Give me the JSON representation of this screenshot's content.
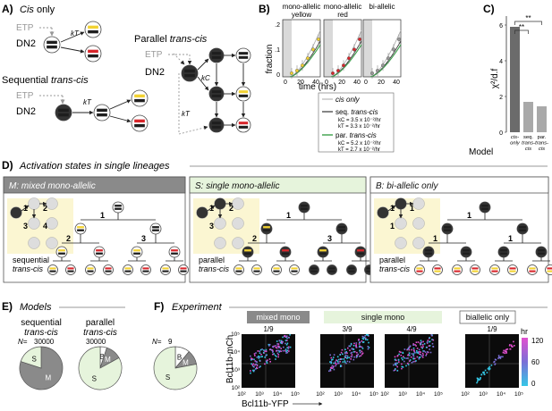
{
  "colors": {
    "yellow": "#f2d232",
    "red": "#d8262b",
    "black": "#1e1e1e",
    "shade_yellow": "#fbf6d2",
    "shade_green": "#e6f4dc",
    "grey_box": "#8a8a8a",
    "bar_dark": "#6b6b6b",
    "bar_light": "#a9a9a9",
    "green_line": "#3aa04a"
  },
  "panels": {
    "A": {
      "label": "A)",
      "cis_title_italic": "Cis",
      "cis_title_rest": " only",
      "seq_title_plain": "Sequential ",
      "seq_title_italic": "trans-cis",
      "par_title_plain": "Parallel ",
      "par_title_italic": "trans-cis",
      "etp": "ETP",
      "dn2": "DN2",
      "k_t": "kT",
      "k_c": "kC"
    },
    "B": {
      "label": "B)",
      "subplot_titles": [
        [
          "mono-allelic",
          "yellow"
        ],
        [
          "mono-allelic",
          "red"
        ],
        [
          "bi-allelic",
          ""
        ]
      ],
      "ylabel": "fraction",
      "xlabel": "time (hrs)",
      "yticks": [
        ".2",
        ".1",
        "0"
      ],
      "xticks": [
        "0",
        "20",
        "40"
      ],
      "legend": {
        "cis": "cis only",
        "seq_plain": "seq. ",
        "seq_italic": "trans-cis",
        "seq_kc": "kC = 3.5 x 10⁻²/hr",
        "seq_kt": "kT = 3.3 x 10⁻²/hr",
        "par_plain": "par. ",
        "par_italic": "trans-cis",
        "par_kc": "kC = 5.2 x 10⁻²/hr",
        "par_kt": "kT = 2.7 x 10⁻²/hr"
      }
    },
    "C": {
      "label": "C)",
      "ylabel": "χ²/d.f",
      "yticks": [
        "6",
        "4",
        "2",
        "0"
      ],
      "bars": [
        {
          "label": [
            "cis-",
            "only"
          ],
          "value": 5.9
        },
        {
          "label": [
            "seq.",
            "trans-",
            "cis"
          ],
          "value": 1.7
        },
        {
          "label": [
            "par.",
            "trans-",
            "cis"
          ],
          "value": 1.45
        }
      ],
      "model_label": "Model",
      "sig": "**"
    },
    "D": {
      "label": "D)",
      "title": "Activation states in single lineages",
      "boxes": [
        {
          "title": "M: mixed mono-allelic",
          "model": [
            "sequential",
            "trans-cis"
          ],
          "edges": [
            "1",
            "2",
            "3",
            "4"
          ]
        },
        {
          "title": "S: single mono-allelic",
          "model": [
            "parallel",
            "trans-cis"
          ],
          "edges": [
            "1",
            "2",
            "3"
          ]
        },
        {
          "title": "B: bi-allelic only",
          "model": [
            "parallel",
            "trans-cis"
          ],
          "edges": [
            "1",
            "1",
            "1"
          ]
        }
      ]
    },
    "E": {
      "label": "E)",
      "title": "Models",
      "seq": {
        "name_plain": "sequential",
        "name_italic": "trans-cis",
        "n_label": "N=",
        "n": "30000"
      },
      "par": {
        "name_plain": "parallel",
        "name_italic": "trans-cis",
        "n": "30000"
      },
      "pie_seq": [
        {
          "label": "M",
          "value": 0.8
        },
        {
          "label": "S",
          "value": 0.2
        }
      ],
      "pie_par": [
        {
          "label": "B",
          "value": 0.05
        },
        {
          "label": "M",
          "value": 0.12
        },
        {
          "label": "S",
          "value": 0.83
        }
      ]
    },
    "F": {
      "label": "F)",
      "title": "Experiment",
      "n_label": "N=",
      "n": "9",
      "pie": [
        {
          "label": "B",
          "value": 0.11
        },
        {
          "label": "M",
          "value": 0.11
        },
        {
          "label": "S",
          "value": 0.78
        }
      ],
      "categories": [
        "mixed mono",
        "single mono",
        "biallelic only"
      ],
      "fractions": [
        "1/9",
        "3/9",
        "4/9",
        "1/9"
      ],
      "ylabel": "Bcl11b-mCh",
      "xlabel": "Bcl11b-YFP",
      "ticks": [
        "10²",
        "10³",
        "10⁴",
        "10⁵"
      ],
      "colorbar_title": "hr",
      "colorbar_ticks": [
        "120",
        "60",
        "0"
      ]
    }
  }
}
